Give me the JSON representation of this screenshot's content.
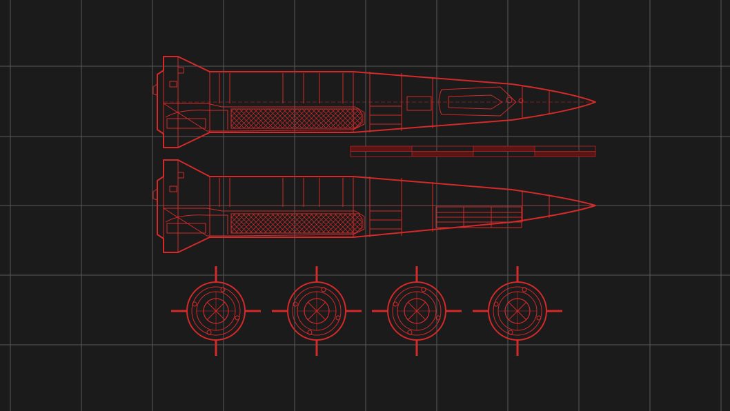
{
  "colors": {
    "background": "#1b1b1b",
    "grid": "#5a5a5a",
    "line": "#d42a2a",
    "line_dim": "#a51f1f",
    "scale_fill": "#5c1515"
  },
  "grid": {
    "visible": true
  },
  "missiles": [
    {
      "id": "top",
      "payload": "warhead-capsule"
    },
    {
      "id": "bottom",
      "payload": "segmented-bays"
    }
  ],
  "scale_bar": {
    "segments": 4
  },
  "cross_sections": {
    "count": 4,
    "fins": 4
  }
}
